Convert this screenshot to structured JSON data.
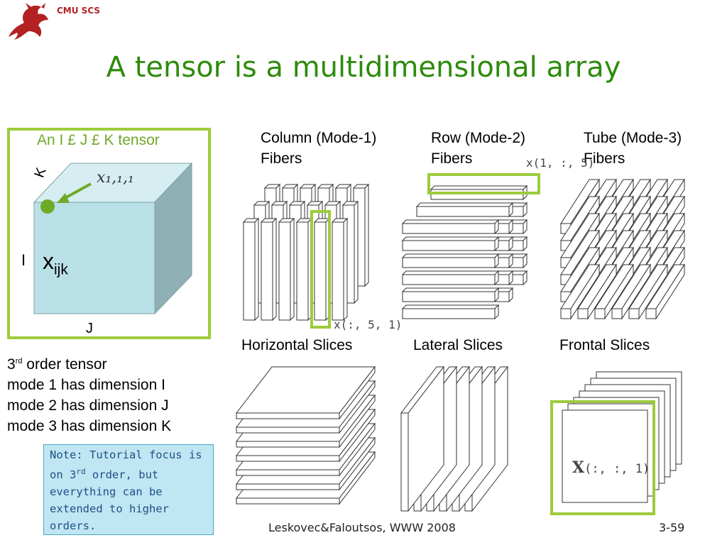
{
  "header": {
    "org": "CMU SCS"
  },
  "title": "A tensor is a multidimensional array",
  "tensor": {
    "box_title": "An I £ J £ K tensor",
    "element_label": "x₁,₁,₁",
    "cell_main": "x",
    "cell_sub": "ijk",
    "axis_i": "I",
    "axis_j": "J",
    "axis_k": "K"
  },
  "dims": {
    "order_num": "3",
    "order_sup": "rd",
    "order_rest": " order tensor",
    "mode1": "mode 1 has dimension I",
    "mode2": "mode 2 has dimension J",
    "mode3": "mode 3 has dimension K"
  },
  "note": {
    "l1": "Note: Tutorial focus is",
    "l2a": "on 3",
    "l2sup": "rd",
    "l2b": " order, but",
    "l3": "everything can be",
    "l4": "extended to higher",
    "l5": "orders."
  },
  "fibers": {
    "column": {
      "line1": "Column (Mode-1)",
      "line2": "Fibers",
      "label": "x(:, 5, 1)"
    },
    "row": {
      "line1": "Row (Mode-2)",
      "line2": "Fibers",
      "label": "x(1, :, 5)"
    },
    "tube": {
      "line1": "Tube (Mode-3)",
      "line2": "Fibers"
    }
  },
  "slices": {
    "horizontal": "Horizontal Slices",
    "lateral": "Lateral Slices",
    "frontal": "Frontal Slices",
    "frontal_label_main": "X",
    "frontal_label_rest": "(:, :, 1)"
  },
  "footer": {
    "citation": "Leskovec&Faloutsos, WWW 2008",
    "page": "3-59"
  },
  "colors": {
    "title": "#2e8b0d",
    "highlight": "#9ccc3c",
    "cube_front": "#b9e0e6",
    "cube_side": "#8fb0b4",
    "logo": "#b22222"
  }
}
